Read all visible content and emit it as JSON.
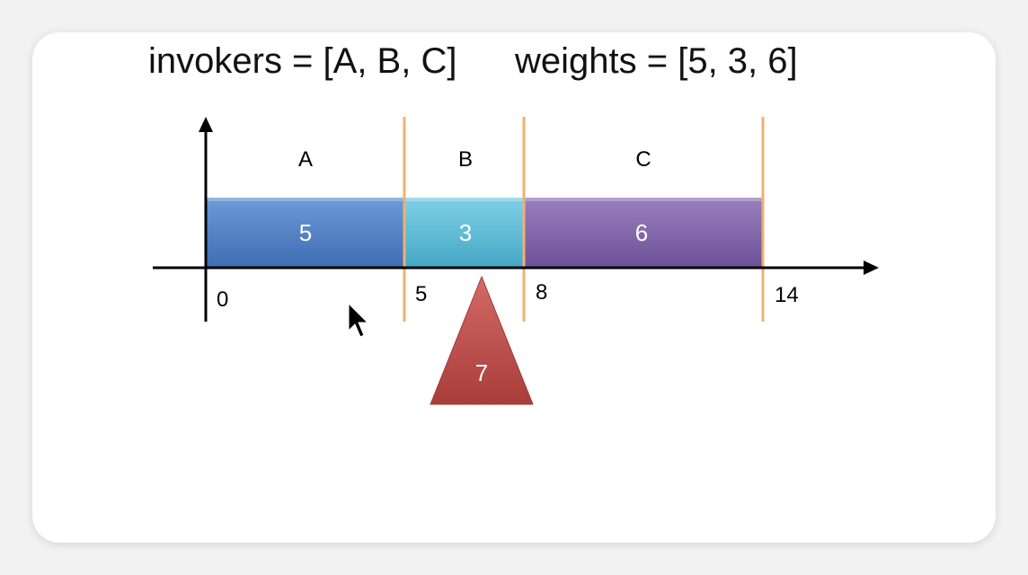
{
  "header": {
    "invokers_text": "invokers = [A, B, C]",
    "weights_text": "weights = [5, 3, 6]"
  },
  "segments": [
    {
      "name": "A",
      "weight": "5",
      "start": 0,
      "end": 5,
      "color": "#4f7fc6"
    },
    {
      "name": "B",
      "weight": "3",
      "start": 5,
      "end": 8,
      "color": "#5bbad6"
    },
    {
      "name": "C",
      "weight": "6",
      "start": 8,
      "end": 14,
      "color": "#8064a8"
    }
  ],
  "ticks": [
    "0",
    "5",
    "8",
    "14"
  ],
  "pivot": {
    "value": "7",
    "position": 7,
    "color": "#c0504d"
  },
  "divider_color": "#f0b070"
}
